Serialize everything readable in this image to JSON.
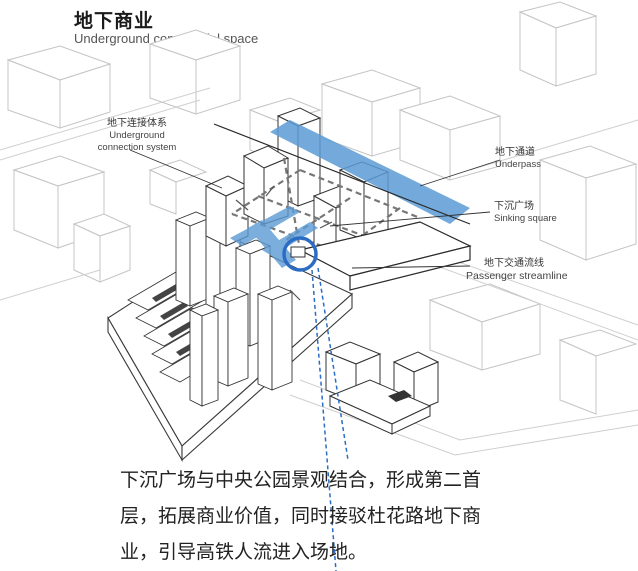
{
  "header": {
    "title": "地下商业",
    "subtitle": "Underground commercial space"
  },
  "labels": {
    "connection": {
      "zh": "地下连接体系",
      "en1": "Underground",
      "en2": "connection system"
    },
    "underpass": {
      "zh": "地下通道",
      "en": "Underpass"
    },
    "sinking": {
      "zh": "下沉广场",
      "en": "Sinking square"
    },
    "passenger": {
      "zh": "地下交通流线",
      "en": "Passenger streamline"
    }
  },
  "caption": {
    "line1": "下沉广场与中央公园景观结合，形成第二首",
    "line2": "层，拓展商业价值，同时接驳杜花路地下商",
    "line3": "业，引导高铁人流进入场地。"
  },
  "colors": {
    "highlight_blue": "#5b9bd5",
    "dash_blue": "#2b6cc4",
    "line": "#3a3a3a",
    "faint": "#bdbdbd"
  }
}
